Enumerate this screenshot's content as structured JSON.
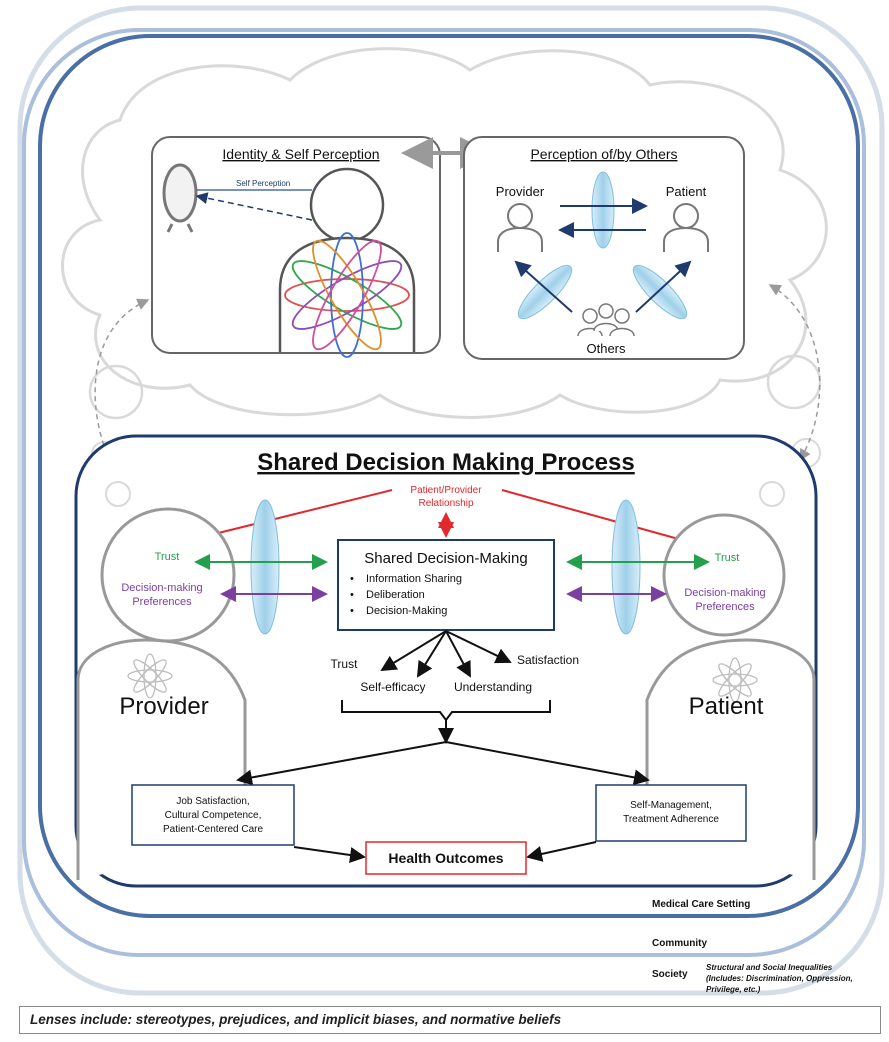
{
  "panels": {
    "identity_title": "Identity & Self Perception",
    "self_perception_label": "Self Perception",
    "perception_title": "Perception of/by Others",
    "provider_label": "Provider",
    "patient_label": "Patient",
    "others_label": "Others"
  },
  "sdm": {
    "title": "Shared Decision Making Process",
    "relationship_line1": "Patient/Provider",
    "relationship_line2": "Relationship",
    "box_title": "Shared Decision-Making",
    "bullets": [
      "Information Sharing",
      "Deliberation",
      "Decision-Making"
    ],
    "left_trust": "Trust",
    "left_pref_line1": "Decision-making",
    "left_pref_line2": "Preferences",
    "right_trust": "Trust",
    "right_pref_line1": "Decision-making",
    "right_pref_line2": "Preferences",
    "provider_big": "Provider",
    "patient_big": "Patient",
    "out_trust": "Trust",
    "out_satisfaction": "Satisfaction",
    "out_selfefficacy": "Self-efficacy",
    "out_understanding": "Understanding",
    "left_box": [
      "Job Satisfaction,",
      "Cultural Competence,",
      "Patient-Centered Care"
    ],
    "right_box": [
      "Self-Management,",
      "Treatment Adherence"
    ],
    "health": "Health Outcomes"
  },
  "levels": {
    "medical": "Medical Care Setting",
    "community": "Community",
    "society": "Society",
    "society_note": [
      "Structural and Social Inequalities",
      "(Includes: Discrimination, Oppression,",
      "Privilege, etc.)"
    ]
  },
  "footer": "Lenses include: stereotypes, prejudices, and implicit biases, and normative beliefs",
  "colors": {
    "frame_blue": "#4a6fa5",
    "light_blue": "#a9bfdc",
    "dark_navy": "#1f3b6e",
    "red": "#e0282d",
    "green": "#22a04b",
    "purple": "#7b3fa0"
  }
}
